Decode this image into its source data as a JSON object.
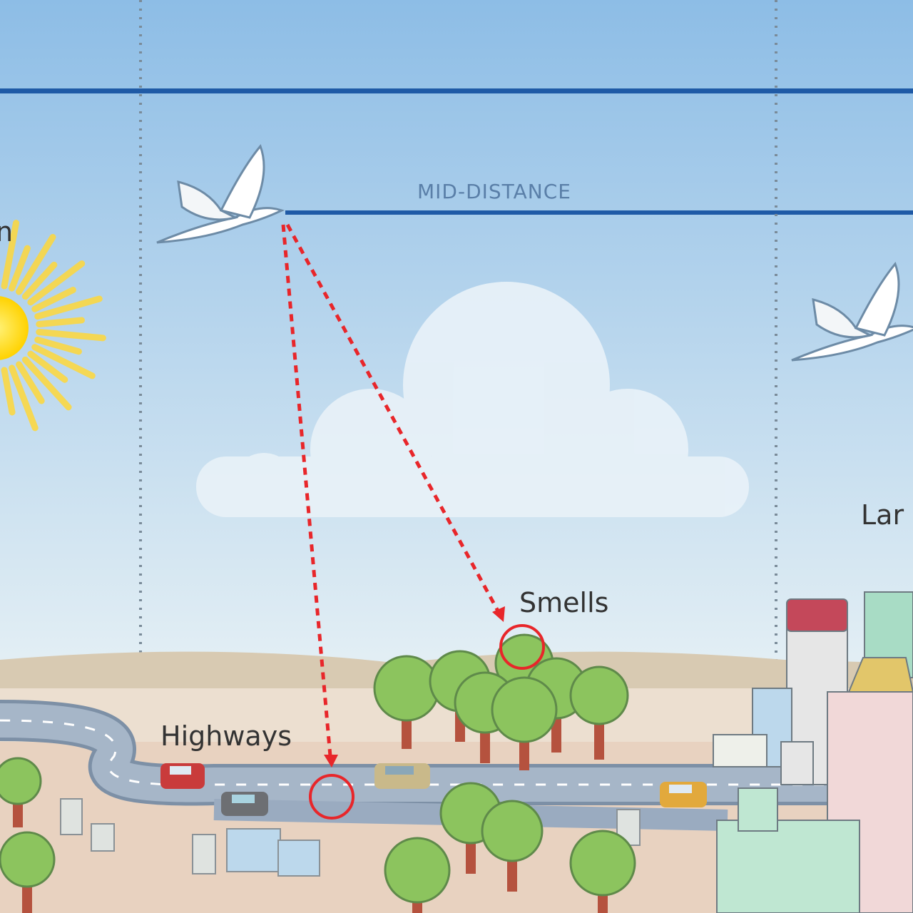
{
  "labels": {
    "sun_partial": "n",
    "mid_distance": "MID-DISTANCE",
    "smells": "Smells",
    "highways": "Highways",
    "landmarks_partial": "Lar"
  },
  "colors": {
    "sky_top": "#8dbde6",
    "sky_horizon": "#e2eef4",
    "band_line": "#1f5aa6",
    "arrow_red": "#e8262a",
    "ground": "#ead7c6",
    "road": "#8fa3b8",
    "tree": "#8cc45e",
    "trunk": "#b5523e"
  }
}
